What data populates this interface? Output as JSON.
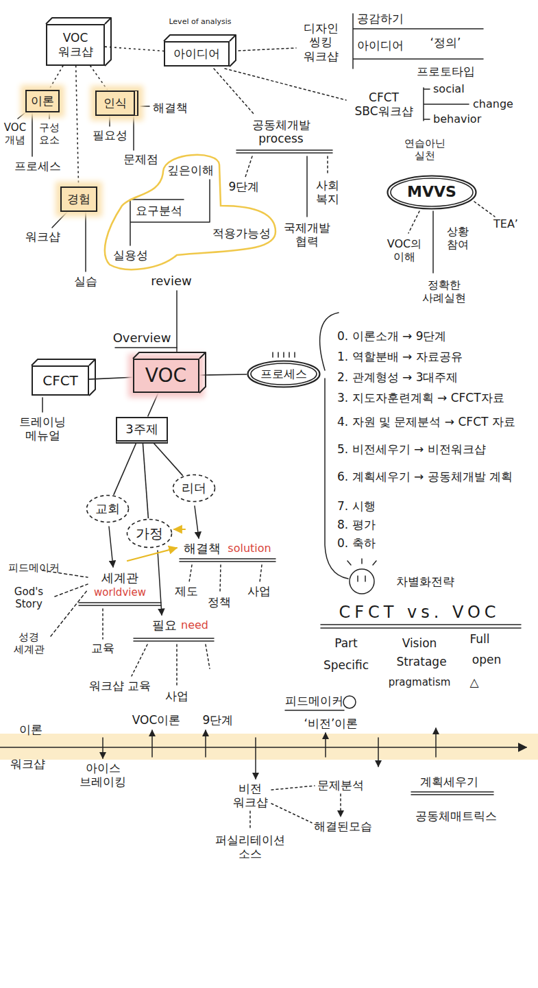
{
  "diagram": {
    "nodes": [
      {
        "text": [
          "VOC 워크샵"
        ]
      },
      {
        "text": [
          "아이디어"
        ]
      },
      {
        "text": [
          "이론"
        ]
      },
      {
        "text": [
          "인식"
        ]
      },
      {
        "text": [
          "경험"
        ]
      },
      {
        "text": [
          "MVVS"
        ]
      },
      {
        "text": [
          "CFCT"
        ]
      },
      {
        "text": [
          "VOC"
        ]
      },
      {
        "text": [
          "프로세스"
        ]
      },
      {
        "text": [
          "3주제"
        ]
      },
      {
        "text": [
          "교회"
        ]
      },
      {
        "text": [
          "리더"
        ]
      },
      {
        "text": [
          "가정"
        ]
      }
    ],
    "edges": [
      {
        "from": 0,
        "to": 1,
        "arrow": "none"
      },
      {
        "from": 0,
        "to": 2,
        "arrow": "none"
      },
      {
        "from": 0,
        "to": 3,
        "arrow": "none"
      },
      {
        "from": 0,
        "to": 4,
        "arrow": "none"
      },
      {
        "from": 6,
        "to": 7,
        "arrow": "none"
      },
      {
        "from": 7,
        "to": 8,
        "arrow": "none"
      },
      {
        "from": 7,
        "to": 9,
        "arrow": "none"
      },
      {
        "from": 9,
        "to": 10,
        "arrow": "none"
      },
      {
        "from": 9,
        "to": 11,
        "arrow": "none"
      },
      {
        "from": 9,
        "to": 12,
        "arrow": "none"
      }
    ],
    "labels": [
      "Level of analysis",
      "디자인 씽킹 워크샵",
      "공감하기",
      "‘정의’",
      "아이디어",
      "프로토타입",
      "CFCT SBC워크샵",
      "social",
      "change",
      "behavior",
      "공동체개발 process",
      "9단계",
      "사회 복지",
      "국제개발 협력",
      "연습아닌 실천",
      "VOC의 이해",
      "상황 참여",
      "TEA’",
      "정확한 사례실현",
      "VOC 개념",
      "구성 요소",
      "프로세스",
      "해결책",
      "필요성",
      "문제점",
      "워크샵",
      "실습",
      "깊은이해",
      "요구분석",
      "적용가능성",
      "실용성",
      "review",
      "Overview",
      "트레이닝 메뉴얼",
      "0. 이론소개 → 9단계",
      "1. 역할분배 → 자료공유",
      "2. 관계형성 → 3대주제",
      "3. 지도자훈련계획 → CFCT자료",
      "4. 자원 및 문제분석 → CFCT 자료",
      "5. 비전세우기 → 비전워크샵",
      "6. 계획세우기 → 공동체개발 계획",
      "7. 시행",
      "8. 평가",
      "0. 축하",
      "차별화전략",
      "CFCT vs. VOC",
      "Part",
      "Vision",
      "Full",
      "Specific",
      "Stratage",
      "open",
      "pragmatism",
      "△",
      "세계관",
      "worldview",
      "피드메이커",
      "God's Story",
      "성경 세계관",
      "교육",
      "해결책",
      "solution",
      "제도",
      "정책",
      "사업",
      "필요",
      "need",
      "워크샵 교육",
      "사업",
      "이론",
      "워크샵",
      "아이스 브레이킹",
      "VOC이론",
      "9단계",
      "비전 워크샵",
      "퍼실리테이션 소스",
      "피드메이커",
      "‘비전’이론",
      "문제분석",
      "해결된모습",
      "계획세우기",
      "공동체매트릭스"
    ]
  }
}
